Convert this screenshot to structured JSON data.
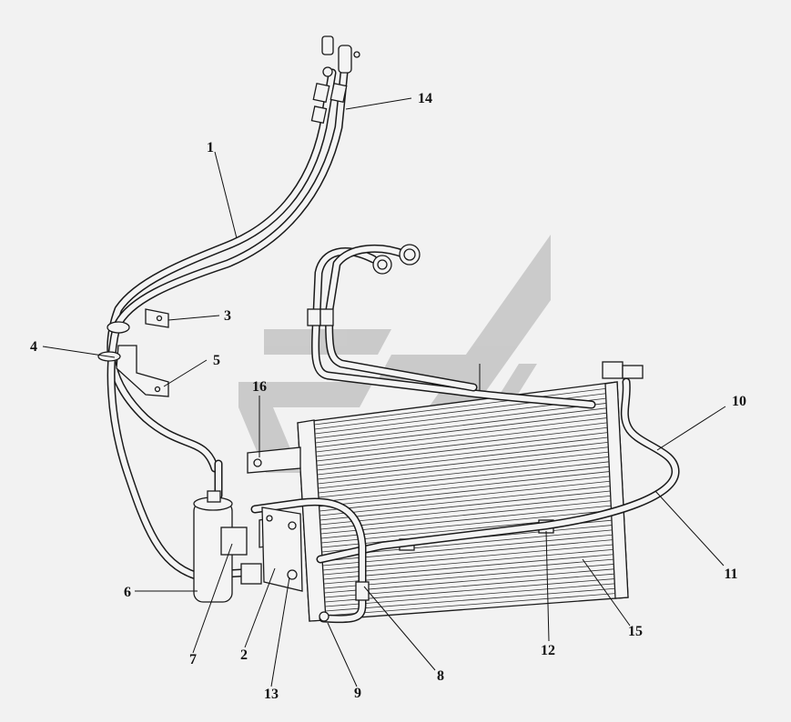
{
  "diagram": {
    "callouts": [
      {
        "id": "c1",
        "label": "1"
      },
      {
        "id": "c2",
        "label": "2"
      },
      {
        "id": "c3",
        "label": "3"
      },
      {
        "id": "c4",
        "label": "4"
      },
      {
        "id": "c5",
        "label": "5"
      },
      {
        "id": "c6",
        "label": "6"
      },
      {
        "id": "c7",
        "label": "7"
      },
      {
        "id": "c8",
        "label": "8"
      },
      {
        "id": "c9",
        "label": "9"
      },
      {
        "id": "c10",
        "label": "10"
      },
      {
        "id": "c11",
        "label": "11"
      },
      {
        "id": "c12",
        "label": "12"
      },
      {
        "id": "c13",
        "label": "13"
      },
      {
        "id": "c14",
        "label": "14"
      },
      {
        "id": "c15",
        "label": "15"
      },
      {
        "id": "c16",
        "label": "16"
      }
    ],
    "colors": {
      "background": "#f2f2f2",
      "linework": "#1a1a1a",
      "watermark": "#c4c4c4"
    }
  }
}
